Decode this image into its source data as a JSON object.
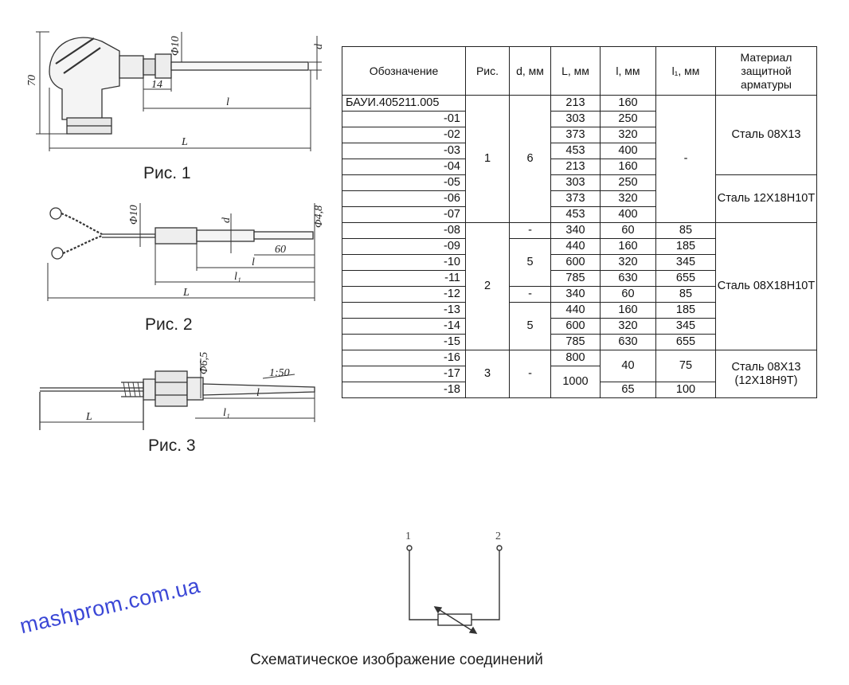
{
  "figures": {
    "fig1": {
      "caption": "Рис. 1",
      "dims": {
        "height": "70",
        "shank": "14",
        "diam": "Φ10",
        "d": "d",
        "l": "l",
        "L": "L"
      }
    },
    "fig2": {
      "caption": "Рис. 2",
      "dims": {
        "diam1": "Φ10",
        "d": "d",
        "diam2": "Φ4,8",
        "sixty": "60",
        "l": "l",
        "l1": "l₁",
        "L": "L"
      }
    },
    "fig3": {
      "caption": "Рис. 3",
      "dims": {
        "diam": "Φ6,5",
        "taper": "1:50",
        "L": "L",
        "l": "l",
        "l1": "l₁"
      }
    }
  },
  "table": {
    "headers": [
      "Обозначение",
      "Рис.",
      "d, мм",
      "L, мм",
      "l, мм",
      "l₁, мм",
      "Материал защитной арматуры"
    ],
    "designations": [
      "БАУИ.405211.005",
      "-01",
      "-02",
      "-03",
      "-04",
      "-05",
      "-06",
      "-07",
      "-08",
      "-09",
      "-10",
      "-11",
      "-12",
      "-13",
      "-14",
      "-15",
      "-16",
      "-17",
      "-18"
    ],
    "L_values": [
      "213",
      "303",
      "373",
      "453",
      "213",
      "303",
      "373",
      "453",
      "340",
      "440",
      "600",
      "785",
      "340",
      "440",
      "600",
      "785",
      "800",
      "1000"
    ],
    "l_values": [
      "160",
      "250",
      "320",
      "400",
      "160",
      "250",
      "320",
      "400",
      "60",
      "160",
      "320",
      "630",
      "60",
      "160",
      "320",
      "630",
      "40",
      "65"
    ],
    "l1_values": [
      "-",
      "85",
      "185",
      "345",
      "655",
      "85",
      "185",
      "345",
      "655",
      "75",
      "100"
    ],
    "fig_values": [
      "1",
      "2",
      "3"
    ],
    "d_values": [
      "6",
      "-",
      "5",
      "-",
      "5",
      "-"
    ],
    "materials": [
      "Сталь 08Х13",
      "Сталь 12Х18Н10Т",
      "Сталь 08Х18Н10Т",
      "Сталь 08Х13 (12Х18Н9Т)"
    ]
  },
  "schematic": {
    "caption": "Схематическое изображение соединений",
    "terminal1": "1",
    "terminal2": "2"
  },
  "watermark": "mashprom.com.ua"
}
